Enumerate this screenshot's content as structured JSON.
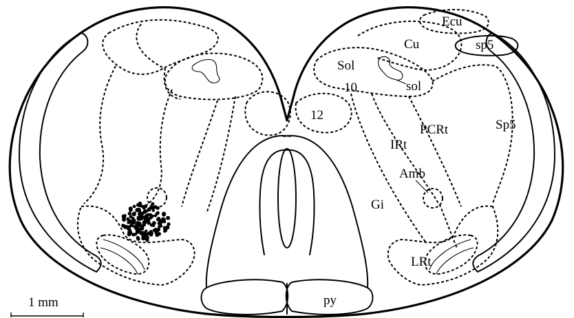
{
  "labels": {
    "ecu": "Ecu",
    "cu": "Cu",
    "sp5_tract": "sp5",
    "sol_nucleus": "Sol",
    "sol_tract": "sol",
    "dmnx": "10",
    "hypoglossal": "12",
    "pcrt": "PCRt",
    "irt": "IRt",
    "sp5_nucleus": "Sp5",
    "amb": "Amb",
    "gi": "Gi",
    "lrt": "LRt",
    "py": "py"
  },
  "scale_bar": {
    "label": "1 mm"
  },
  "colors": {
    "stroke": "#000000",
    "background": "#ffffff",
    "cells": "#000000"
  }
}
